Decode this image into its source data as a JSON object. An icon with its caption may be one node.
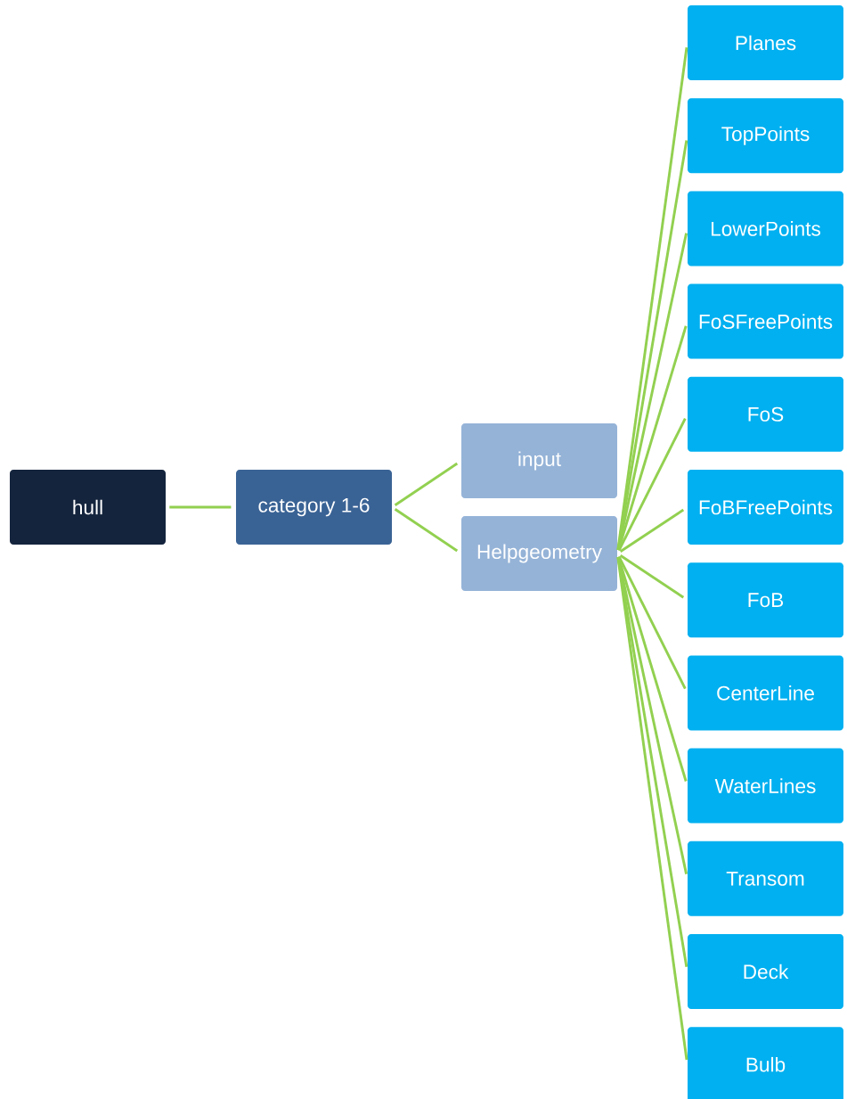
{
  "diagram": {
    "nodes": [
      {
        "text": [
          "hull"
        ]
      },
      {
        "text": [
          "category  1-6"
        ]
      },
      {
        "text": [
          "input"
        ]
      },
      {
        "text": [
          "Helpgeometry"
        ]
      },
      {
        "text": [
          "Planes"
        ]
      },
      {
        "text": [
          "TopPoints"
        ]
      },
      {
        "text": [
          "LowerPoints"
        ]
      },
      {
        "text": [
          "FoSFreePoints"
        ]
      },
      {
        "text": [
          "FoS"
        ]
      },
      {
        "text": [
          "FoBFreePoints"
        ]
      },
      {
        "text": [
          "FoB"
        ]
      },
      {
        "text": [
          "CenterLine"
        ]
      },
      {
        "text": [
          "WaterLines"
        ]
      },
      {
        "text": [
          "Transom"
        ]
      },
      {
        "text": [
          "Deck"
        ]
      },
      {
        "text": [
          "Bulb"
        ]
      }
    ],
    "edges": [
      {
        "from": 0,
        "to": 1,
        "arrow": "none"
      },
      {
        "from": 1,
        "to": 2,
        "arrow": "none"
      },
      {
        "from": 1,
        "to": 3,
        "arrow": "none"
      },
      {
        "from": 3,
        "to": 4,
        "arrow": "none"
      },
      {
        "from": 3,
        "to": 5,
        "arrow": "none"
      },
      {
        "from": 3,
        "to": 6,
        "arrow": "none"
      },
      {
        "from": 3,
        "to": 7,
        "arrow": "none"
      },
      {
        "from": 3,
        "to": 8,
        "arrow": "none"
      },
      {
        "from": 3,
        "to": 9,
        "arrow": "none"
      },
      {
        "from": 3,
        "to": 10,
        "arrow": "none"
      },
      {
        "from": 3,
        "to": 11,
        "arrow": "none"
      },
      {
        "from": 3,
        "to": 12,
        "arrow": "none"
      },
      {
        "from": 3,
        "to": 13,
        "arrow": "none"
      },
      {
        "from": 3,
        "to": 14,
        "arrow": "none"
      },
      {
        "from": 3,
        "to": 15,
        "arrow": "none"
      }
    ]
  }
}
